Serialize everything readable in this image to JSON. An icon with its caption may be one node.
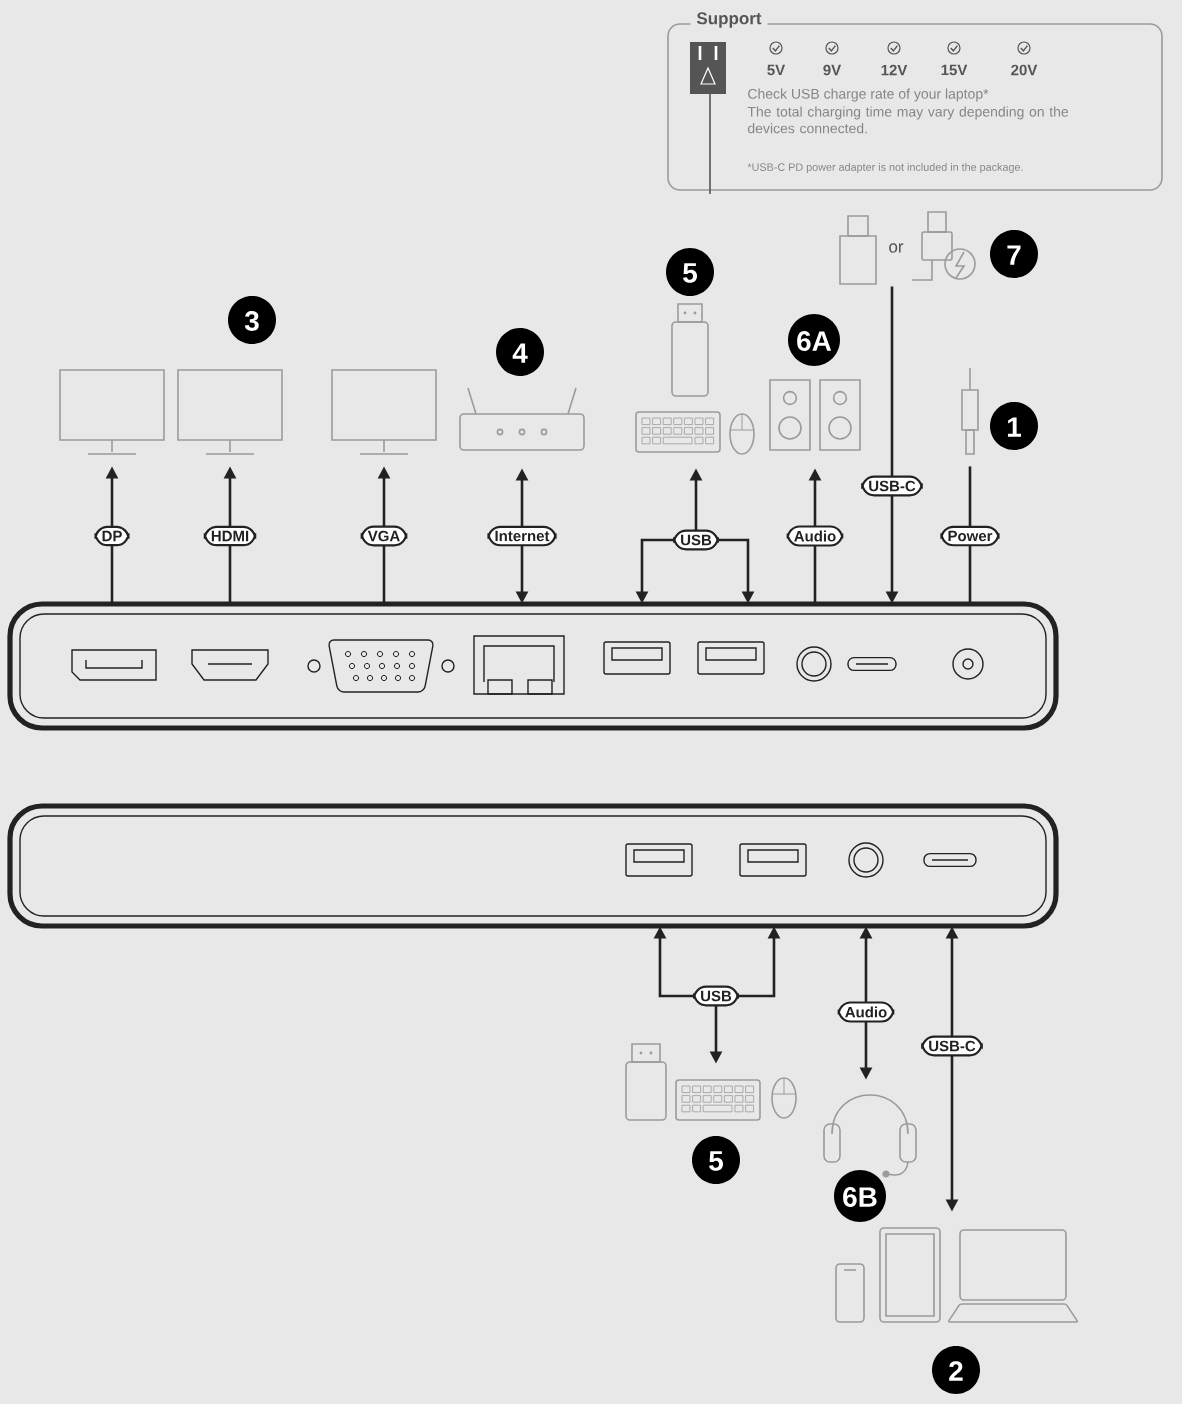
{
  "diagram": {
    "nodes": [
      {
        "text": [
          "Support",
          "5V",
          "9V",
          "12V",
          "15V",
          "20V",
          "Check USB charge rate of your laptop*",
          "The total charging time may vary depending on the devices connected.",
          "*USB-C PD power adapter is not included in the package."
        ]
      },
      {
        "text": [],
        "shape": "monitor"
      },
      {
        "text": [],
        "shape": "monitor"
      },
      {
        "text": [],
        "shape": "monitor"
      },
      {
        "text": [],
        "shape": "router"
      },
      {
        "text": [],
        "shape": "keyboard"
      },
      {
        "text": [],
        "shape": "speaker"
      },
      {
        "text": [
          "or"
        ]
      },
      {
        "text": [],
        "shape": "plug"
      },
      {
        "text": [],
        "shape": "box"
      },
      {
        "text": [],
        "shape": "box"
      },
      {
        "text": [],
        "shape": "keyboard"
      },
      {
        "text": [],
        "shape": "headset"
      },
      {
        "text": [],
        "shape": "laptop"
      }
    ],
    "edges": [
      {
        "from": 9,
        "to": 1,
        "arrow": "to",
        "label": "DP"
      },
      {
        "from": 9,
        "to": 2,
        "arrow": "to",
        "label": "HDMI"
      },
      {
        "from": 9,
        "to": 3,
        "arrow": "to",
        "label": "VGA"
      },
      {
        "from": 9,
        "to": 4,
        "arrow": "both",
        "label": "Internet"
      },
      {
        "from": 5,
        "to": 9,
        "arrow": "both",
        "label": "USB"
      },
      {
        "from": 5,
        "to": 9,
        "arrow": "both"
      },
      {
        "from": 9,
        "to": 6,
        "arrow": "to",
        "label": "Audio"
      },
      {
        "from": 7,
        "to": 9,
        "arrow": "to",
        "label": "USB-C"
      },
      {
        "from": 8,
        "to": 9,
        "arrow": "none",
        "label": "Power"
      },
      {
        "from": 10,
        "to": 11,
        "arrow": "both",
        "label": "USB"
      },
      {
        "from": 10,
        "to": 11,
        "arrow": "both"
      },
      {
        "from": 10,
        "to": 12,
        "arrow": "both",
        "label": "Audio"
      },
      {
        "from": 10,
        "to": 13,
        "arrow": "both",
        "label": "USB-C"
      }
    ],
    "labels": [
      "7",
      "5",
      "3",
      "6A",
      "4",
      "1",
      "5",
      "6B",
      "2"
    ]
  }
}
